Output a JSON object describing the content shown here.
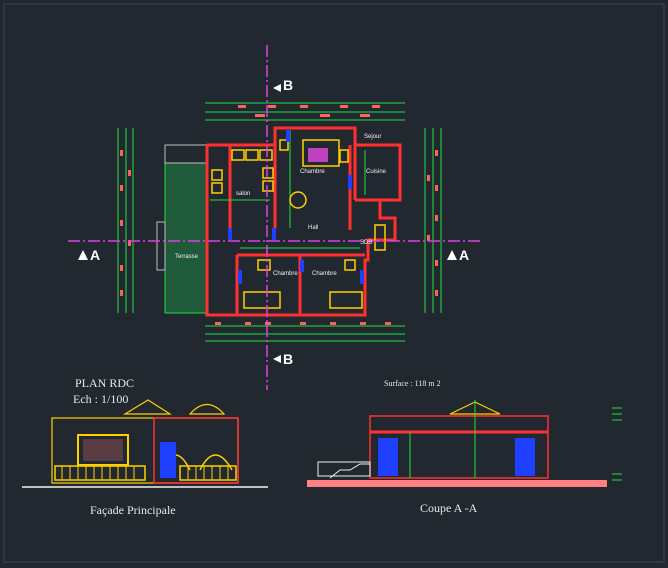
{
  "plan": {
    "title": "PLAN  RDC",
    "scale": "Ech : 1/100",
    "surface": "Surface : 118 m 2"
  },
  "sections": {
    "marker_b": "B",
    "marker_a": "A"
  },
  "rooms": {
    "sejour": "Sejour",
    "chambre_top": "Chambre",
    "cuisine": "Cuisine",
    "salon": "salon",
    "hall": "Hall",
    "sdb": "SDB",
    "terrasse": "Terrasse",
    "chambre_left": "Chambre",
    "chambre_right": "Chambre"
  },
  "views": {
    "facade": "Façade Principale",
    "coupe": "Coupe A -A"
  },
  "colors": {
    "background": "#212830",
    "wall": "#ff3030",
    "axis": "#e040e0",
    "dim": "#20e040",
    "furniture": "#ffd000",
    "door": "#2040ff"
  }
}
